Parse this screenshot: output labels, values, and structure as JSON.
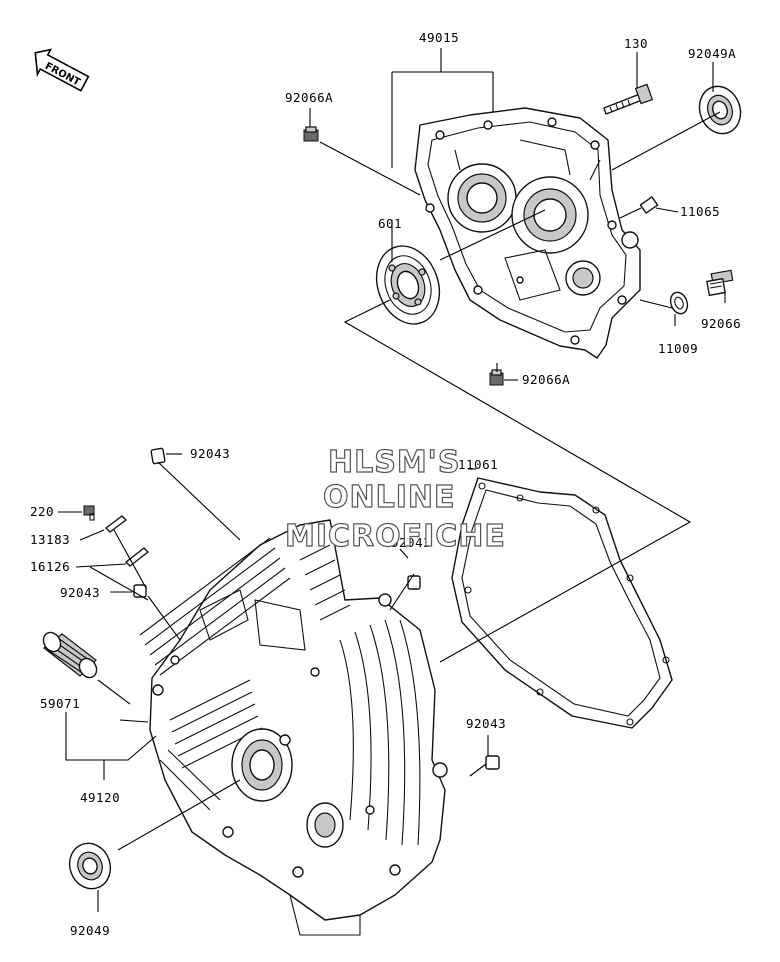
{
  "front_badge": "FRONT",
  "watermark": {
    "line1": "HLSM'S",
    "line2": "ONLINE",
    "line3": "MICROFICHE"
  },
  "labels": {
    "p49015": "49015",
    "p130": "130",
    "p92049A": "92049A",
    "p92066A_top": "92066A",
    "p11065": "11065",
    "p601": "601",
    "p92066": "92066",
    "p11009": "11009",
    "p92066A_bottom": "92066A",
    "p92043_top": "92043",
    "p11061": "11061",
    "p220": "220",
    "p13183": "13183",
    "p16126": "16126",
    "p92043_mid": "92043",
    "p92043_left": "92043",
    "p59071": "59071",
    "p49120": "49120",
    "p92043_right": "92043",
    "p92049": "92049"
  }
}
